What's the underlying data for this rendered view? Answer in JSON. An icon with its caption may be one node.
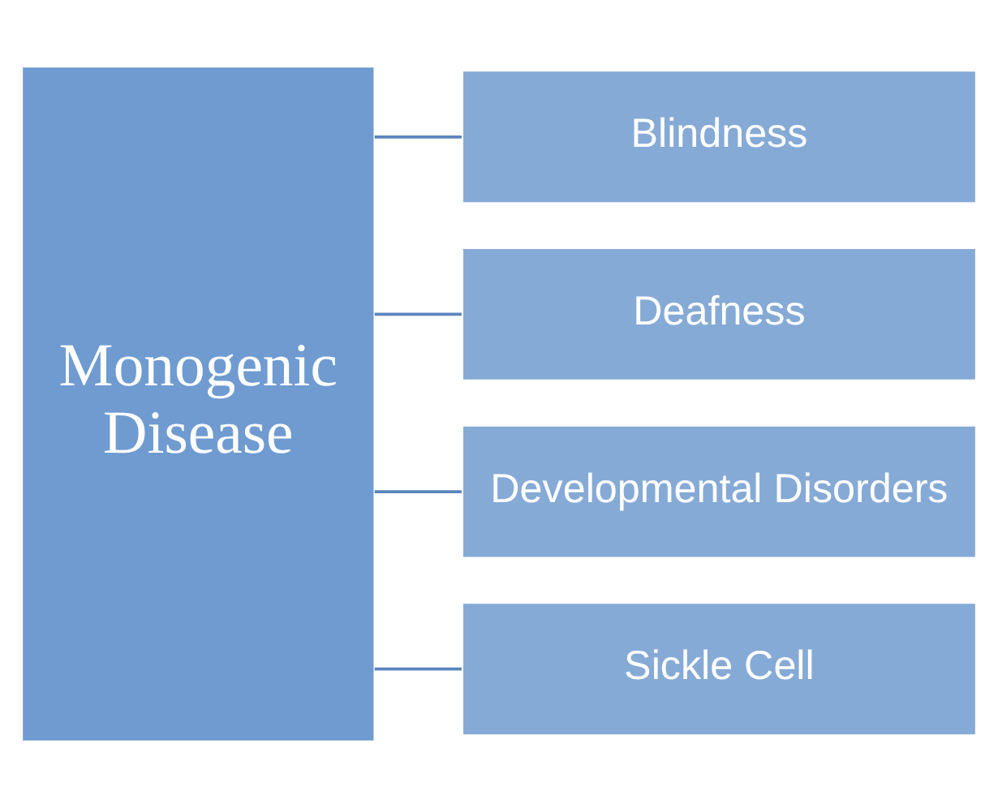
{
  "diagram": {
    "nodes": [
      {
        "text": [
          "Monogenic Disease"
        ]
      },
      {
        "text": [
          "Blindness"
        ]
      },
      {
        "text": [
          "Deafness"
        ]
      },
      {
        "text": [
          "Developmental Disorders"
        ]
      },
      {
        "text": [
          "Sickle Cell"
        ]
      }
    ],
    "edges": [
      {
        "from": 0,
        "to": 1,
        "arrow": "none"
      },
      {
        "from": 0,
        "to": 2,
        "arrow": "none"
      },
      {
        "from": 0,
        "to": 3,
        "arrow": "none"
      },
      {
        "from": 0,
        "to": 4,
        "arrow": "none"
      }
    ]
  }
}
